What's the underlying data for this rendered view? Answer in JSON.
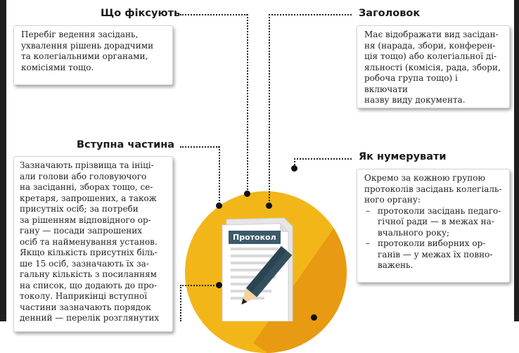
{
  "sections": {
    "what_records": {
      "heading": "Що фіксують",
      "text": "Перебіг ведення засідань,\nухвалення рішень дорадчими\nта колегіальними органами,\nкомісіями тощо."
    },
    "title": {
      "heading": "Заголовок",
      "text": "Має відображати вид засідан-\nня (нарада, збори, конферен-\nція тощо) або колегіальної ді-\nяльності (комісія, рада, збори,\nробоча група тощо) і включати\nназву виду документа."
    },
    "intro": {
      "heading": "Вступна частина",
      "text": "Зазначають прізвища та ініці-\nали голови або головуючого\nна засіданні, зборах тощо, се-\nкретаря, запрошених, а також\nприсутніх осіб; за потреби\nза рішенням відповідного ор-\nгану — посади запрошених\nосіб та найменування установ.\nЯкщо кількість присутніх біль-\nше 15 осіб, зазначають їх за-\nгальну кількість з посиланням\nна список, що додають до про-\nтоколу. Наприкінці вступної\nчастини зазначають порядок\nденний — перелік розглянутих"
    },
    "numbering": {
      "heading": "Як нумерувати",
      "text": "Окремо за кожною групою\nпротоколів засідань колегіаль-\nного органу:",
      "items": [
        "протоколи засідань педаго-\nгічної ради — в межах на-\nвчального року;",
        "протоколи виборних ор-\nганів — у межах їх повно-\nважень."
      ]
    }
  },
  "illustration": {
    "doc_label": "Протокол"
  },
  "colors": {
    "circle": "#f3b619",
    "circle_shadow": "#e89a12",
    "label_bg": "#3c5a6b",
    "pencil": "#34505f"
  }
}
